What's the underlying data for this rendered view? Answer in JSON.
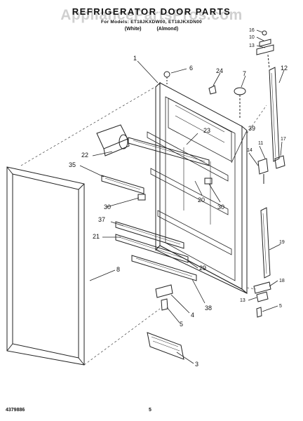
{
  "header": {
    "title": "REFRIGERATOR DOOR PARTS",
    "models": "For Models: ET18JKXDW00, ET18JKXDN00",
    "color_white": "(White)",
    "color_almond": "(Almond)"
  },
  "watermark": "AppliancePartsPros.com",
  "footer": {
    "part_number": "4379886",
    "page_number": "5"
  },
  "callouts": [
    "1",
    "6",
    "24",
    "7",
    "12",
    "16",
    "10",
    "13",
    "23",
    "39",
    "22",
    "35",
    "14",
    "11",
    "17",
    "20",
    "30",
    "30",
    "37",
    "21",
    "19",
    "8",
    "29",
    "13",
    "18",
    "38",
    "5",
    "5",
    "4",
    "3"
  ]
}
